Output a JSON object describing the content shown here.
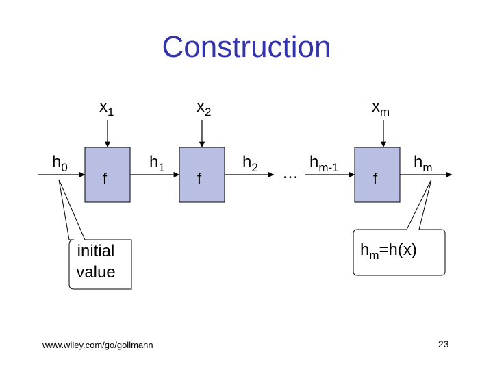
{
  "title": "Construction",
  "inputs": {
    "x1": "x",
    "x1_sub": "1",
    "x2": "x",
    "x2_sub": "2",
    "xm": "x",
    "xm_sub": "m"
  },
  "states": {
    "h0": "h",
    "h0_sub": "0",
    "h1": "h",
    "h1_sub": "1",
    "h2": "h",
    "h2_sub": "2",
    "ellipsis": "…",
    "hm1": "h",
    "hm1_sub": "m-1",
    "hm": "h",
    "hm_sub": "m"
  },
  "blocks": {
    "f1": "f",
    "f2": "f",
    "fm": "f"
  },
  "callouts": {
    "initial_line1": "initial",
    "initial_line2": "value",
    "result_h": "h",
    "result_sub": "m",
    "result_rest": "=h(x)"
  },
  "footer": "www.wiley.com/go/gollmann",
  "page_number": "23",
  "colors": {
    "title": "#3333aa",
    "block_fill": "#b8bfe3",
    "callout_fill": "#ffffff"
  }
}
